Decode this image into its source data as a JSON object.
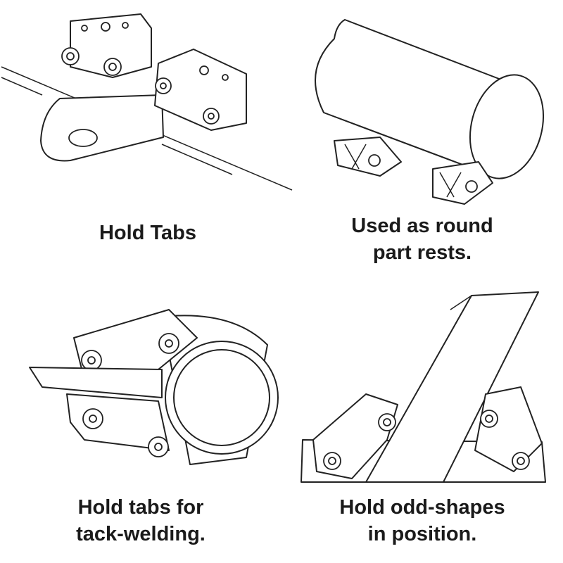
{
  "panels": [
    {
      "id": "top-left",
      "caption_lines": [
        "Hold Tabs"
      ]
    },
    {
      "id": "top-right",
      "caption_lines": [
        "Used as round",
        "part rests."
      ]
    },
    {
      "id": "bottom-left",
      "caption_lines": [
        "Hold tabs for",
        "tack-welding."
      ]
    },
    {
      "id": "bottom-right",
      "caption_lines": [
        "Hold odd-shapes",
        "in position."
      ]
    }
  ],
  "colors": {
    "line": "#222222",
    "background": "#ffffff",
    "text": "#1a1a1a"
  }
}
